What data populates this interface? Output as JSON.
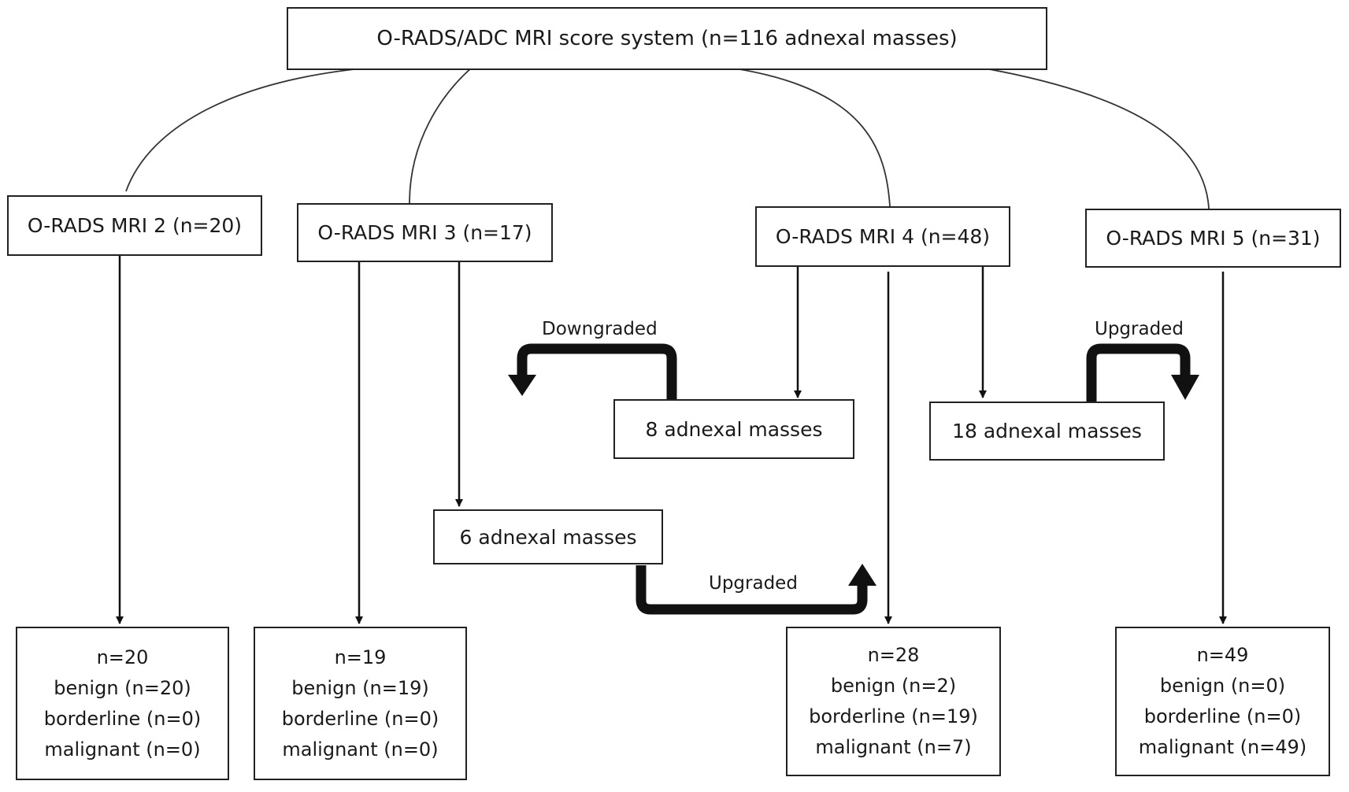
{
  "root": {
    "label": "O-RADS/ADC MRI score system (n=116 adnexal masses)"
  },
  "categories": [
    {
      "label": "O-RADS MRI 2 (n=20)"
    },
    {
      "label": "O-RADS MRI 3 (n=17)"
    },
    {
      "label": "O-RADS MRI 4 (n=48)"
    },
    {
      "label": "O-RADS MRI 5 (n=31)"
    }
  ],
  "reclassified": {
    "mri4_down": {
      "label": "8 adnexal masses",
      "direction": "Downgraded"
    },
    "mri4_up": {
      "label": "18 adnexal masses",
      "direction": "Upgraded"
    },
    "mri3_up": {
      "label": "6 adnexal masses",
      "direction": "Upgraded"
    }
  },
  "results": [
    {
      "total": "n=20",
      "benign": "benign (n=20)",
      "borderline": "borderline (n=0)",
      "malignant": "malignant (n=0)"
    },
    {
      "total": "n=19",
      "benign": "benign (n=19)",
      "borderline": "borderline (n=0)",
      "malignant": "malignant (n=0)"
    },
    {
      "total": "n=28",
      "benign": "benign (n=2)",
      "borderline": "borderline (n=19)",
      "malignant": "malignant (n=7)"
    },
    {
      "total": "n=49",
      "benign": "benign (n=0)",
      "borderline": "borderline (n=0)",
      "malignant": "malignant (n=49)"
    }
  ]
}
